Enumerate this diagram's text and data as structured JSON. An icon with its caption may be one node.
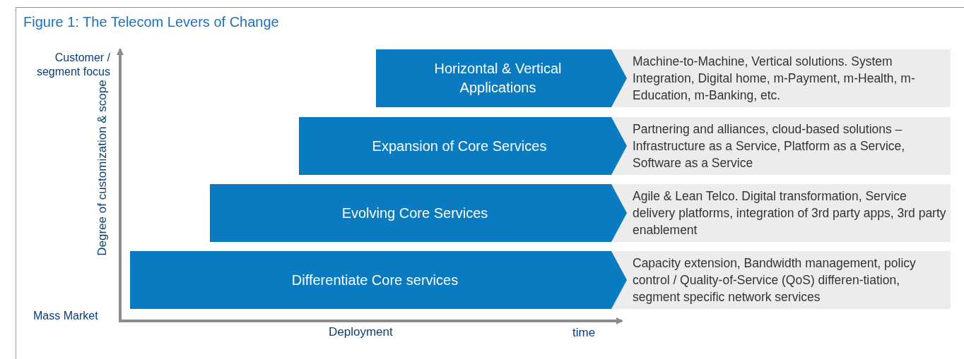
{
  "diagram": {
    "title": "Figure 1: The Telecom Levers of Change",
    "nodes": [
      {
        "text": [
          "Horizontal & Vertical Applications"
        ]
      },
      {
        "text": [
          "Machine-to-Machine, Vertical solutions. System Integration, Digital home, m-Payment, m-Health, m-Education, m-Banking, etc."
        ]
      },
      {
        "text": [
          "Expansion of Core Services"
        ]
      },
      {
        "text": [
          "Partnering and alliances, cloud-based solutions – Infrastructure as a Service, Platform as a Service, Software as a Service"
        ]
      },
      {
        "text": [
          "Evolving Core Services"
        ]
      },
      {
        "text": [
          "Agile & Lean Telco. Digital transformation, Service delivery platforms, integration of 3rd party apps, 3rd party enablement"
        ]
      },
      {
        "text": [
          "Differentiate Core services"
        ]
      },
      {
        "text": [
          "Capacity extension, Bandwidth management, policy control / Quality-of-Service (QoS) differen-tiation, segment specific network services"
        ]
      }
    ],
    "labels": [
      "Customer / segment focus",
      "Degree of customization & scope",
      "Mass Market",
      "Deployment",
      "time"
    ]
  }
}
